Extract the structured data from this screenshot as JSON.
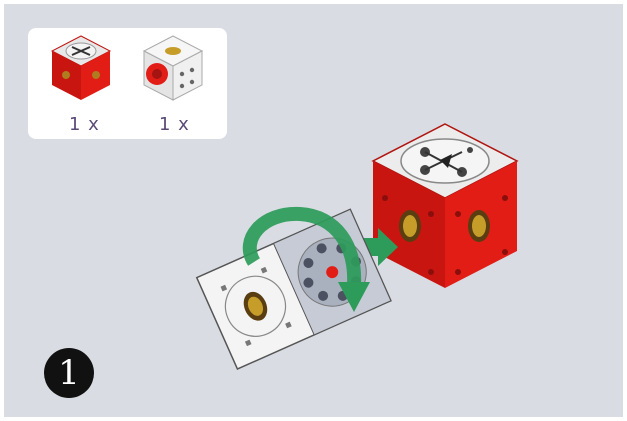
{
  "parts": [
    {
      "name": "red-cube",
      "quantity": "1 x"
    },
    {
      "name": "white-cube",
      "quantity": "1 x"
    }
  ],
  "step": {
    "number": "1"
  },
  "colors": {
    "background": "#d9dde3",
    "red": "#e21d16",
    "white": "#f4f4f4",
    "arrow": "#2d9b5a"
  },
  "icons": [
    "red-cube-icon",
    "white-cube-icon",
    "rotate-arrow-icon",
    "attach-arrow-icon"
  ]
}
